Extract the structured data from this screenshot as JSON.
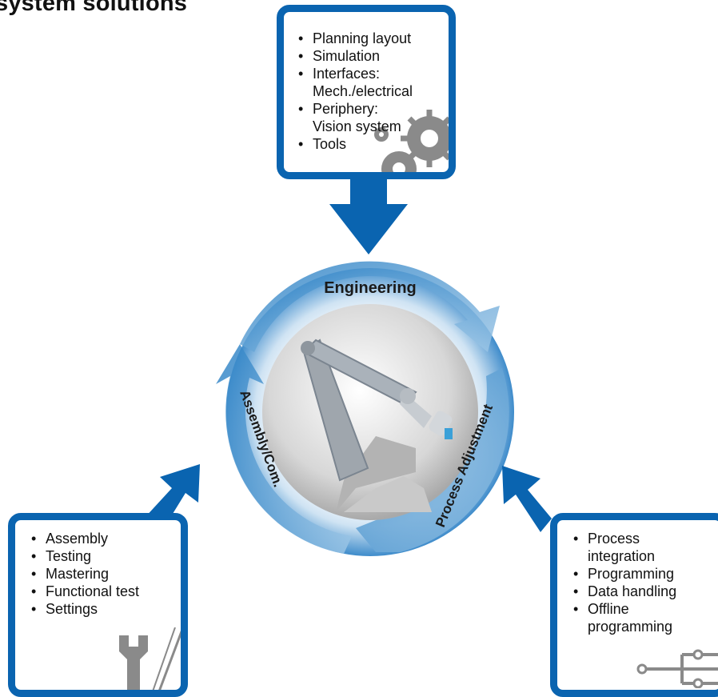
{
  "title": "system solutions",
  "center_label": "Engineering",
  "left_arc_label": "Assembly/Com.",
  "right_arc_label": "Process Adjustment",
  "colors": {
    "primary_blue": "#0a64b0",
    "light_blue": "#cfe3f3",
    "gear_gray": "#8a8a8a"
  },
  "top_box": {
    "items": [
      {
        "text": "Planning layout"
      },
      {
        "text": "Simulation"
      },
      {
        "text": "Interfaces:",
        "cont": "Mech./electrical"
      },
      {
        "text": "Periphery:",
        "cont": "Vision system"
      },
      {
        "text": "Tools"
      }
    ],
    "icon": "gears-icon"
  },
  "left_box": {
    "items": [
      {
        "text": "Assembly"
      },
      {
        "text": "Testing"
      },
      {
        "text": "Mastering"
      },
      {
        "text": "Functional test"
      },
      {
        "text": "Settings"
      }
    ],
    "icon": "wrench-screwdriver-icon"
  },
  "right_box": {
    "items": [
      {
        "text": "Process",
        "cont": "integration"
      },
      {
        "text": "Programming"
      },
      {
        "text": "Data handling"
      },
      {
        "text": "Offline",
        "cont": "programming"
      }
    ],
    "icon": "circuit-icon"
  }
}
